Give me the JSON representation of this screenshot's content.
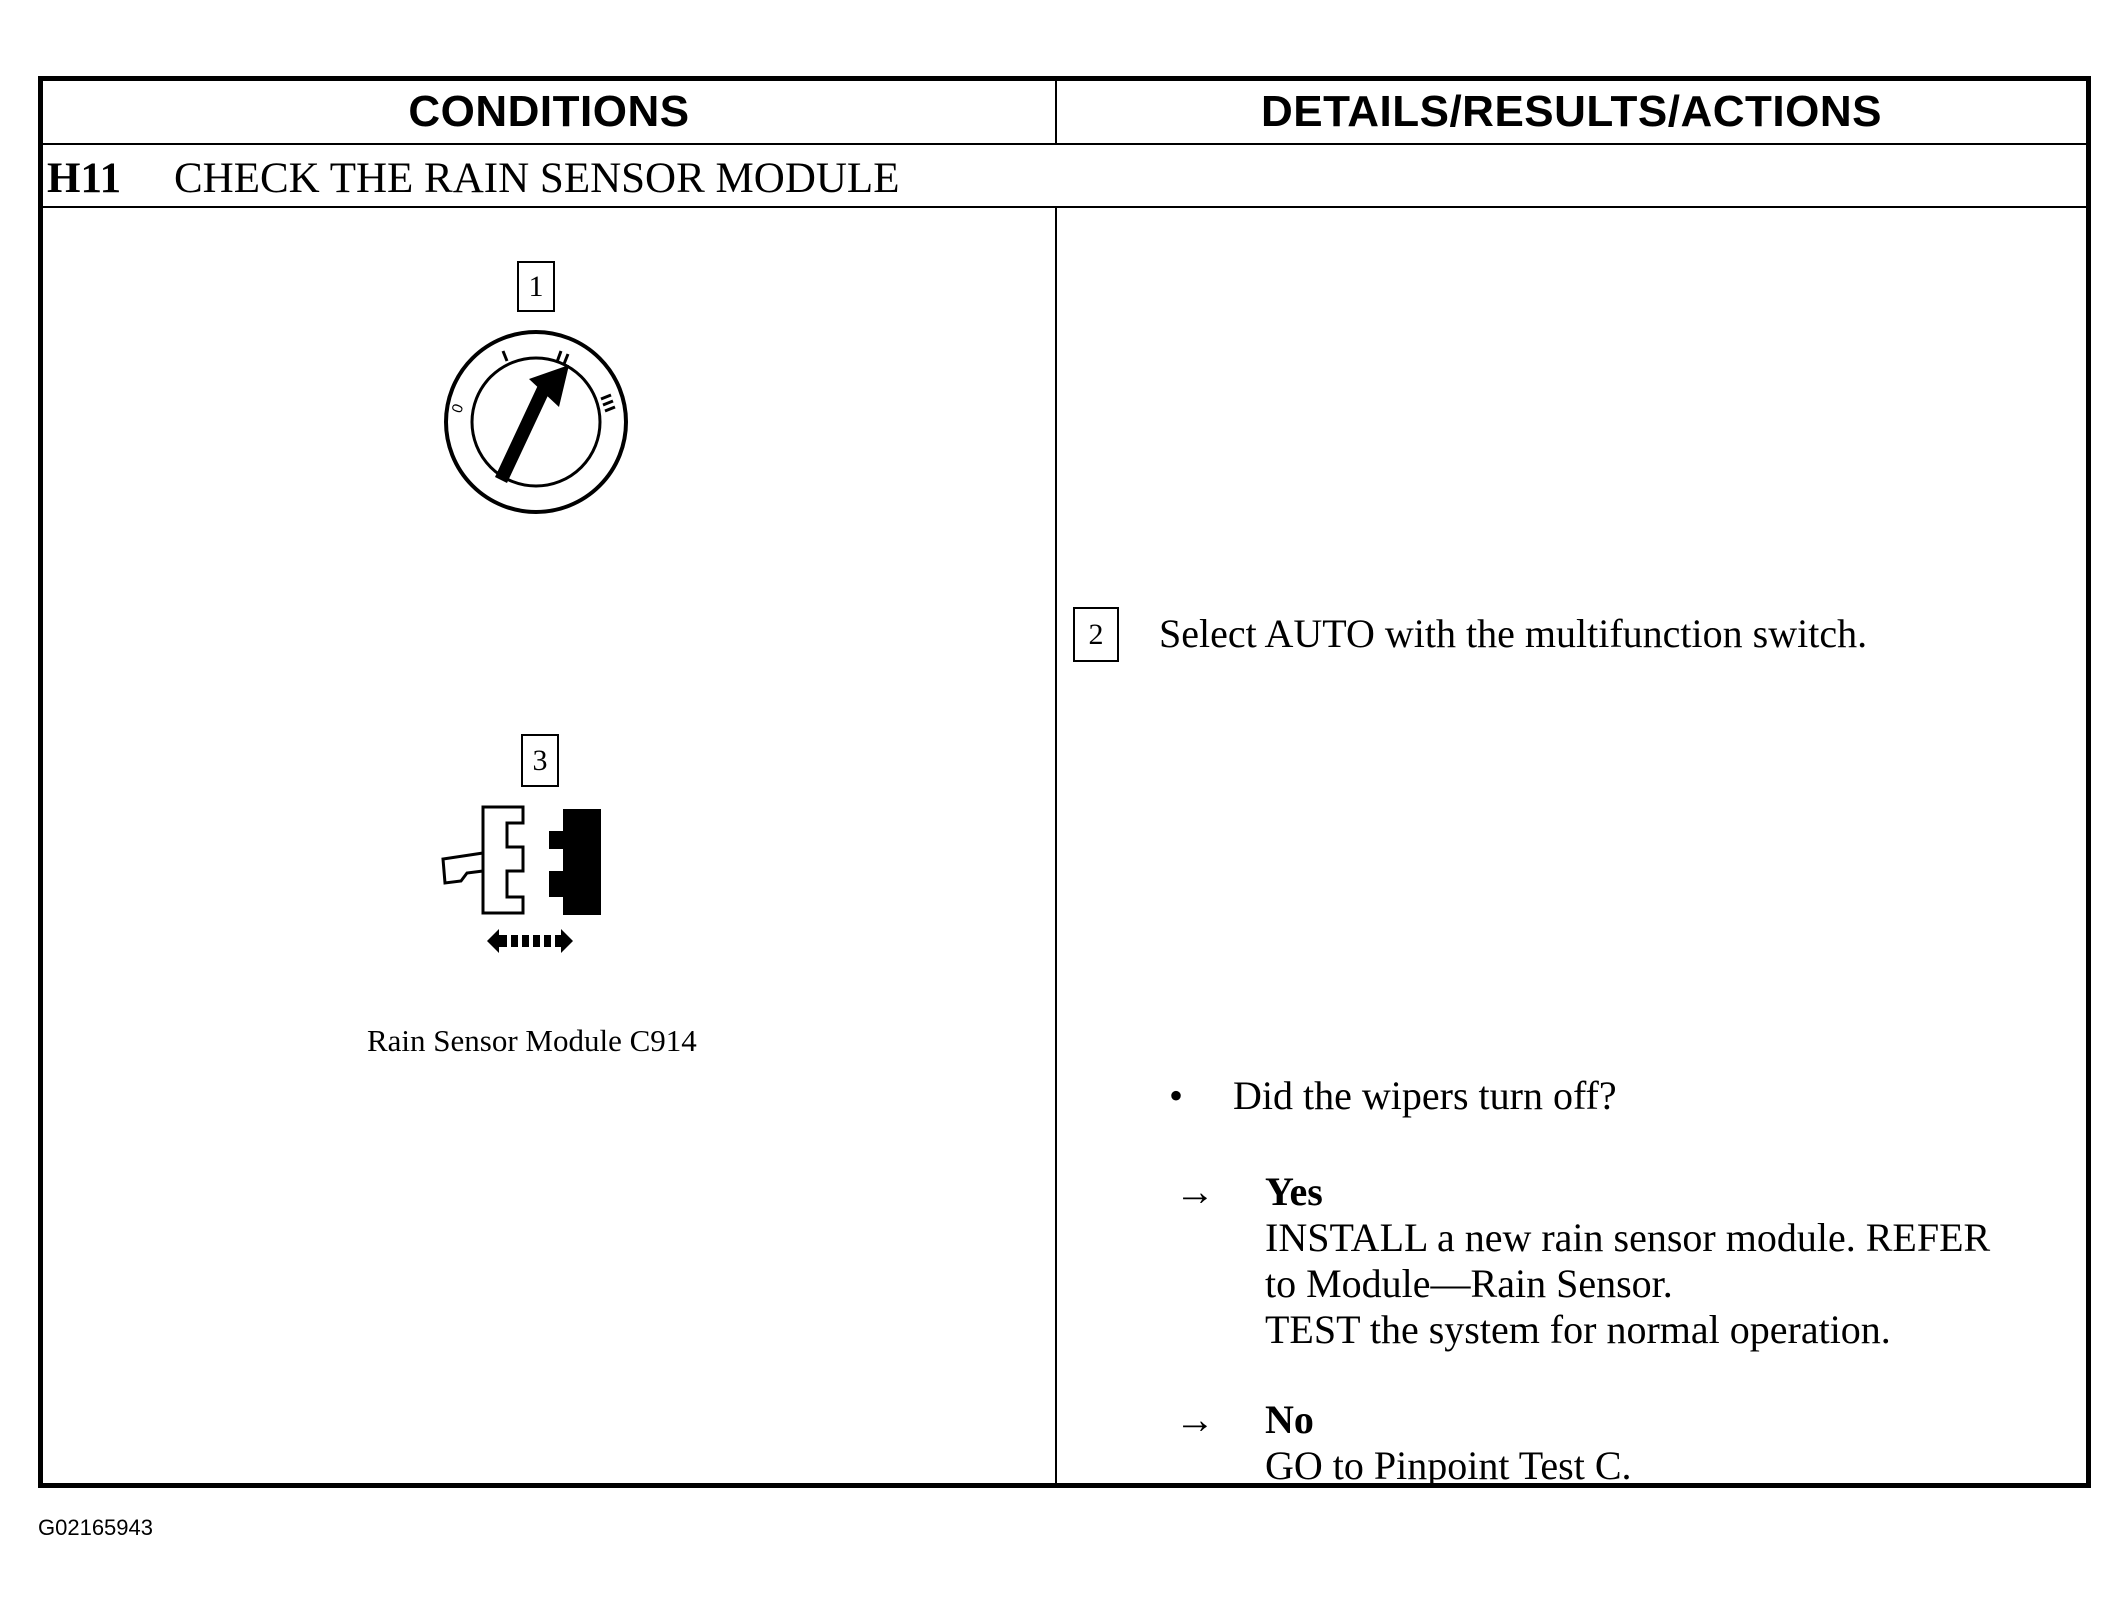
{
  "table": {
    "headers": {
      "conditions": "CONDITIONS",
      "details": "DETAILS/RESULTS/ACTIONS"
    },
    "step": {
      "id": "H11",
      "title": "CHECK THE RAIN SENSOR MODULE"
    },
    "conditions": {
      "callout_1": "1",
      "callout_3": "3",
      "connector_caption": "Rain Sensor Module C914",
      "icons": [
        "ignition-switch-icon",
        "connector-disconnect-icon"
      ]
    },
    "details": {
      "step_2_number": "2",
      "step_2_text": "Select AUTO with the multifunction switch.",
      "question_bullet": "•",
      "question": "Did the wipers turn off?",
      "arrow": "→",
      "yes_label": "Yes",
      "yes_line1": "INSTALL a new rain sensor module. REFER",
      "yes_line2": "to Module—Rain Sensor.",
      "yes_line3": "TEST the system for normal operation.",
      "no_label": "No",
      "no_line1": "GO to Pinpoint Test C."
    }
  },
  "figure_id": "G02165943"
}
